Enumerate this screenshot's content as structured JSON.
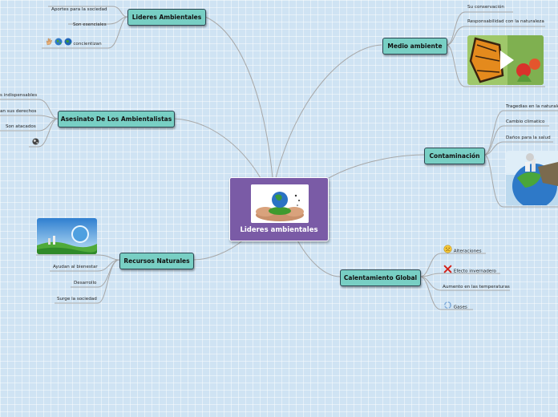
{
  "center": {
    "title": "Lideres ambientales"
  },
  "branches": {
    "lideres": {
      "label": "Lideres Ambientales",
      "children": [
        "Aportes para la sociedad",
        "Son esenciales",
        "concientizan"
      ]
    },
    "asesinato": {
      "label": "Asesinato De Los Ambientalistas",
      "children": [
        "s indispensables",
        "an sus derechos",
        "Son atacados"
      ]
    },
    "recursos": {
      "label": "Recursos Naturales",
      "children": [
        "Ayudan al bienestar",
        "Desarrollo",
        "Surge la sociedad"
      ]
    },
    "medio": {
      "label": "Medio ambiente",
      "children": [
        "Su conservación",
        "Responsabilidad con la naturaleza"
      ]
    },
    "contaminacion": {
      "label": "Contaminación",
      "children": [
        "Tragedias en la naturaleza",
        "Cambio climatico",
        "Daños para la salud"
      ]
    },
    "calentamiento": {
      "label": "Calentamiento Global",
      "children": [
        "Alteraciones",
        "Efecto invernadero",
        "Aumento en las temperaturas",
        "Gases"
      ]
    }
  },
  "colors": {
    "background": "#cfe3f3",
    "topic": "#78cfc4",
    "center": "#7a5ba6",
    "link": "#a8a8a8"
  },
  "icons": [
    "hand-icon",
    "globe-icon",
    "globe-icon",
    "earth-icon",
    "smiley-icon",
    "red-x-icon",
    "recycle-icon",
    "play-icon"
  ]
}
